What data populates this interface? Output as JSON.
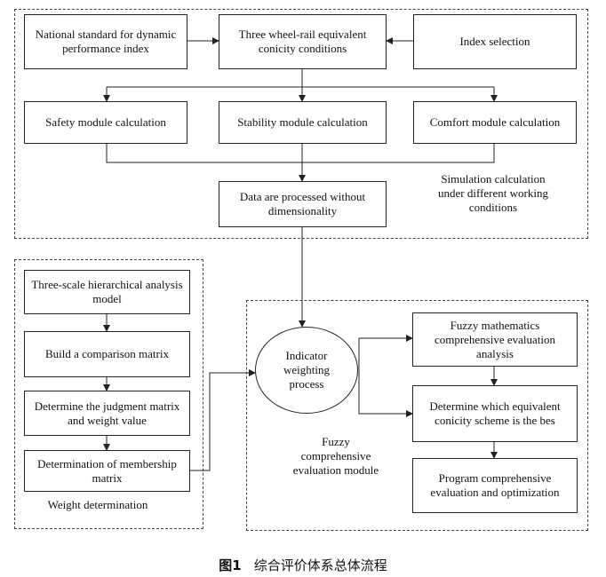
{
  "top": {
    "national_standard": "National standard for dynamic performance index",
    "conicity_conditions": "Three wheel-rail equivalent conicity conditions",
    "index_selection": "Index selection",
    "safety": "Safety module calculation",
    "stability": "Stability module calculation",
    "comfort": "Comfort module calculation",
    "dimensionless": "Data are processed without dimensionality",
    "simulation_note": "Simulation calculation under different working conditions"
  },
  "weight": {
    "three_scale": "Three-scale hierarchical analysis model",
    "comparison": "Build a comparison matrix",
    "judgment": "Determine the judgment matrix and weight value",
    "membership": "Determination of membership matrix",
    "label": "Weight determination"
  },
  "fuzzy": {
    "indicator": "Indicator weighting process",
    "fuzzy_math": "Fuzzy mathematics comprehensive evaluation analysis",
    "determine_scheme": "Determine which equivalent conicity scheme is the bes",
    "program": "Program comprehensive evaluation and optimization",
    "label": "Fuzzy comprehensive evaluation module"
  },
  "caption": {
    "number": "图1",
    "text": "综合评价体系总体流程"
  }
}
